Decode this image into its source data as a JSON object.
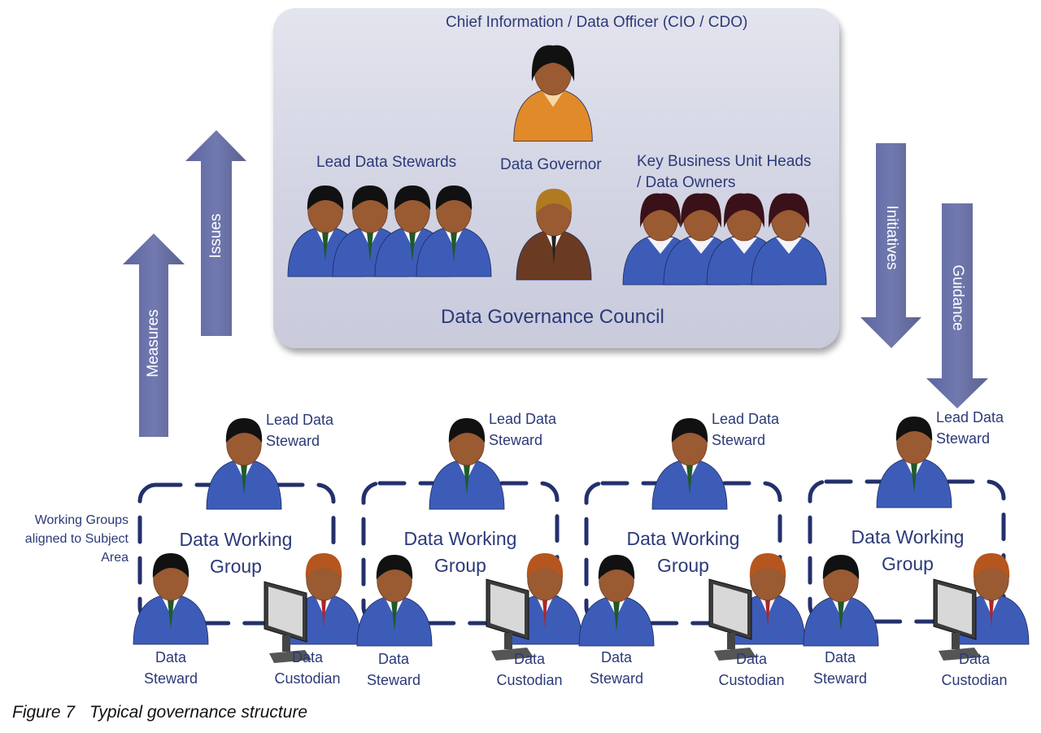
{
  "diagram": {
    "council": {
      "top_role": "Chief Information / Data Officer (CIO / CDO)",
      "groups": [
        {
          "label": "Lead Data Stewards"
        },
        {
          "label": "Data Governor"
        },
        {
          "label_line1": "Key Business Unit Heads",
          "label_line2": "/ Data Owners"
        }
      ],
      "title": "Data Governance Council"
    },
    "arrows": {
      "up": [
        "Measures",
        "Issues"
      ],
      "down": [
        "Initiatives",
        "Guidance"
      ]
    },
    "side_note": [
      "Working Groups",
      "aligned to Subject",
      "Area"
    ],
    "working_group": {
      "title_line1": "Data Working",
      "title_line2": "Group",
      "lead_line1": "Lead Data",
      "lead_line2": "Steward",
      "steward_line1": "Data",
      "steward_line2": "Steward",
      "custodian_line1": "Data",
      "custodian_line2": "Custodian"
    },
    "caption": {
      "figure": "Figure 7",
      "text": "Typical governance structure"
    },
    "colors": {
      "text": "#2b3a78",
      "arrow": "#6b72a8",
      "council_bg": "#d2d4e3",
      "suit_blue": "#3d5cb8",
      "suit_brown": "#6b3a22",
      "suit_orange": "#e08a2a",
      "dashed_border": "#23306b"
    }
  }
}
